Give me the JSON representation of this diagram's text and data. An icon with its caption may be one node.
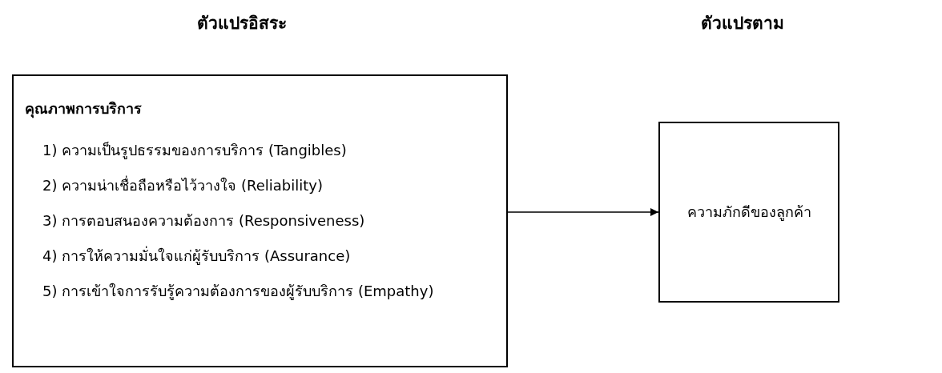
{
  "diagram": {
    "nodes": [
      {
        "text": [
          "คุณภาพการบริการ",
          "1) ความเป็นรูปธรรมของการบริการ (Tangibles)",
          "2) ความน่าเชื่อถือหรือไว้วางใจ (Reliability)",
          "3) การตอบสนองความต้องการ (Responsiveness)",
          "4) การให้ความมั่นใจแก่ผู้รับบริการ (Assurance)",
          "5) การเข้าใจการรับรู้ความต้องการของผู้รับบริการ (Empathy)"
        ]
      },
      {
        "text": [
          "ความภักดีของลูกค้า"
        ]
      }
    ],
    "edges": [
      {
        "from": 0,
        "to": 1,
        "arrow": "to"
      }
    ],
    "labels": [
      "ตัวแปรอิสระ",
      "ตัวแปรตาม"
    ]
  }
}
